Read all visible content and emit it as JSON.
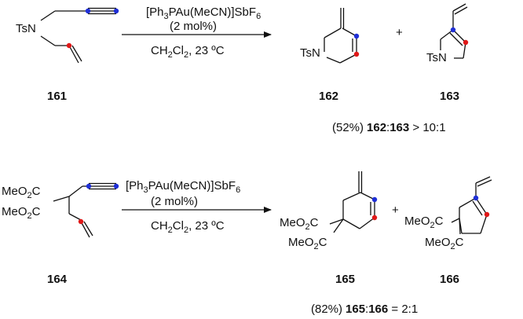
{
  "scheme1": {
    "reactant_substituent": "TsN",
    "condition_catalyst_prefix": "[Ph",
    "condition_catalyst_sub1": "3",
    "condition_catalyst_mid": "PAu(MeCN)]SbF",
    "condition_catalyst_sub2": "6",
    "condition_loading": "(2 mol%)",
    "condition_solvent_a": "CH",
    "condition_solvent_sub1": "2",
    "condition_solvent_b": "Cl",
    "condition_solvent_sub2": "2",
    "condition_solvent_c": ", 23 ºC",
    "product_a_substituent": "TsN",
    "plus": "+",
    "product_b_substituent": "TsN",
    "compound_reactant": "161",
    "compound_product_a": "162",
    "compound_product_b": "163",
    "result_yield": "(52%)",
    "result_a": "162",
    "result_colon": ":",
    "result_b": "163",
    "result_ratio": " > 10:1"
  },
  "scheme2": {
    "reactant_ester_1": "MeO",
    "reactant_ester_1_sub": "2",
    "reactant_ester_1_end": "C",
    "reactant_ester_2": "MeO",
    "reactant_ester_2_sub": "2",
    "reactant_ester_2_end": "C",
    "condition_catalyst_prefix": "[Ph",
    "condition_catalyst_sub1": "3",
    "condition_catalyst_mid": "PAu(MeCN)]SbF",
    "condition_catalyst_sub2": "6",
    "condition_loading": "(2 mol%)",
    "condition_solvent_a": "CH",
    "condition_solvent_sub1": "2",
    "condition_solvent_b": "Cl",
    "condition_solvent_sub2": "2",
    "condition_solvent_c": ", 23 ºC",
    "product_a_ester_1": "MeO",
    "product_a_ester_1_sub": "2",
    "product_a_ester_1_end": "C",
    "product_a_ester_2": "MeO",
    "product_a_ester_2_sub": "2",
    "product_a_ester_2_end": "C",
    "plus": "+",
    "product_b_ester_1": "MeO",
    "product_b_ester_1_sub": "2",
    "product_b_ester_1_end": "C",
    "product_b_ester_2": "MeO",
    "product_b_ester_2_sub": "2",
    "product_b_ester_2_end": "C",
    "compound_reactant": "164",
    "compound_product_a": "165",
    "compound_product_b": "166",
    "result_yield": "(82%)",
    "result_a": "165",
    "result_colon": ":",
    "result_b": "166",
    "result_ratio": " = 2:1"
  },
  "colors": {
    "bond": "#111111",
    "alkyne_marker": "#1f2fd6",
    "alkene_marker": "#e01818"
  }
}
